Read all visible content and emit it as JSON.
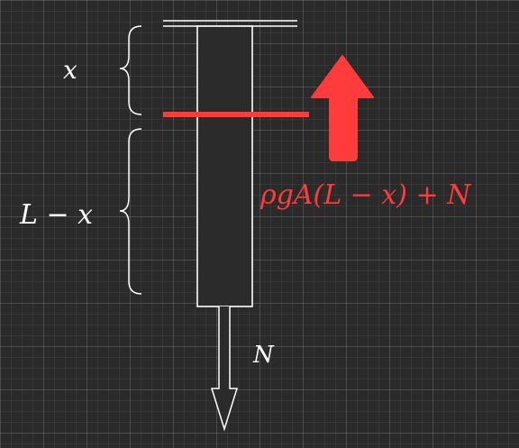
{
  "labels": {
    "top_segment": "x",
    "bottom_segment": "L − x",
    "downward_force": "N",
    "upward_force": "ρgA(L − x) + N"
  },
  "colors": {
    "background": "#2a2a2a",
    "grid": "#4a4a4a",
    "rod_fill": "#2b2b2b",
    "rod_outline": "#ffffff",
    "cut_and_upward_force": "#ff3b3b",
    "text": "#ffffff"
  },
  "icons": {
    "upward_force": "up-arrow-icon",
    "downward_force": "down-arrow-icon"
  }
}
